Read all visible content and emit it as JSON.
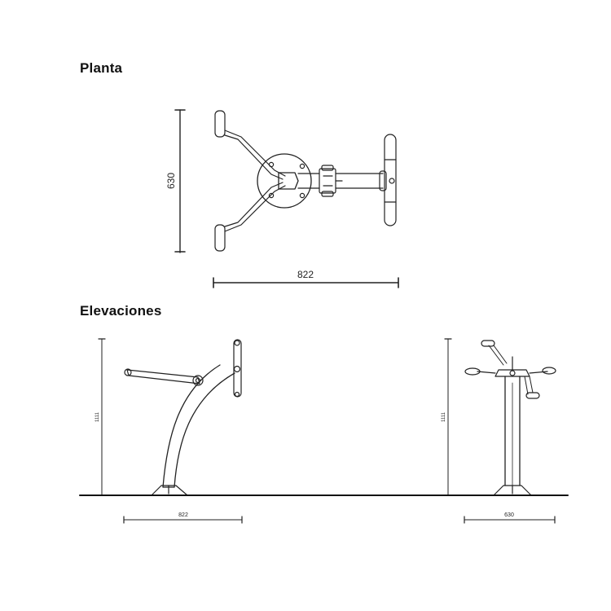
{
  "sections": {
    "plan_title": "Planta",
    "elevation_title": "Elevaciones"
  },
  "dimensions": {
    "plan_width": "822",
    "plan_depth": "630",
    "side_width": "822",
    "side_height": "1111",
    "front_width": "630",
    "front_height": "1111"
  }
}
